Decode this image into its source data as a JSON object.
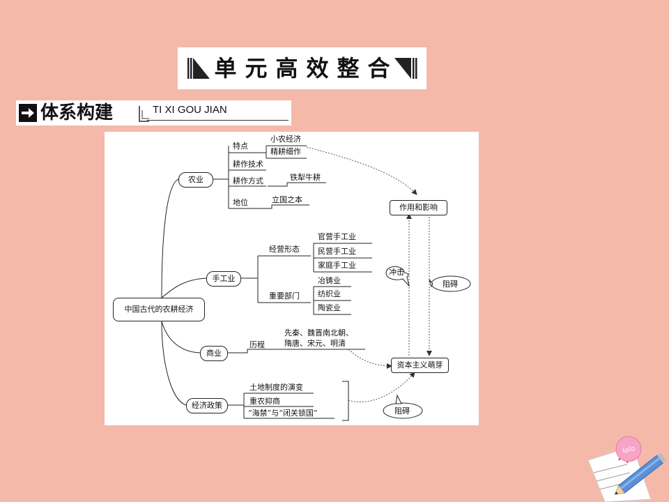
{
  "title": "单元高效整合",
  "section": {
    "title": "体系构建",
    "subtitle": "TI XI GOU JIAN"
  },
  "diagram": {
    "root": "中国古代的农耕经济",
    "agriculture": {
      "label": "农业",
      "features_label": "特点",
      "features": [
        "小农经济",
        "精耕细作"
      ],
      "technique": "耕作技术",
      "method_label": "耕作方式",
      "method_value": "铁犁牛耕",
      "status_label": "地位",
      "status_value": "立国之本"
    },
    "handicraft": {
      "label": "手工业",
      "forms_label": "经营形态",
      "forms": [
        "官营手工业",
        "民营手工业",
        "家庭手工业"
      ],
      "sectors_label": "重要部门",
      "sectors": [
        "冶铸业",
        "纺织业",
        "陶瓷业"
      ]
    },
    "commerce": {
      "label": "商业",
      "history_label": "历程",
      "history_line1": "先秦、魏晋南北朝、",
      "history_line2": "隋唐、宋元、明清"
    },
    "policy": {
      "label": "经济政策",
      "items": [
        "土地制度的演变",
        "重农抑商",
        "“海禁”与“闭关锁国”"
      ]
    },
    "influence": "作用和影响",
    "capitalism": "资本主义萌芽",
    "impact": "冲击",
    "hinder_1": "阻碍",
    "hinder_2": "阻碍"
  },
  "decoration": {
    "stamp_text": "lolo"
  }
}
